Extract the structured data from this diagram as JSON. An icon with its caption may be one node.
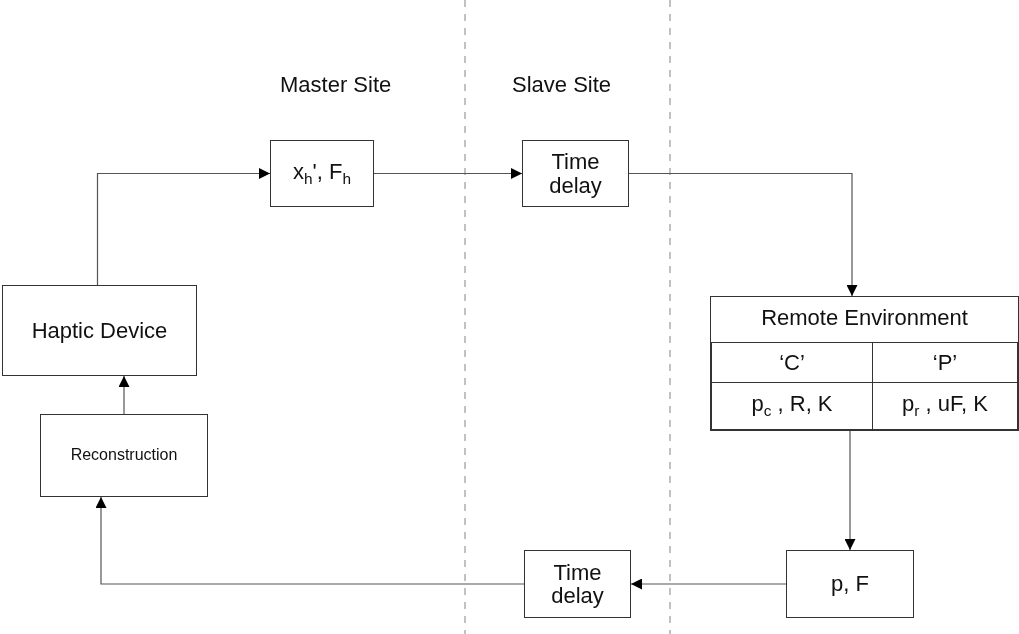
{
  "diagram": {
    "nodes": [
      {
        "text": [
          "x$_{h}$', F$_{h}$"
        ]
      },
      {
        "text": [
          "Time delay"
        ]
      },
      {
        "text": [
          "Remote Environment"
        ]
      },
      {
        "text": [
          "‘C’"
        ],
        "in": 2
      },
      {
        "text": [
          "‘P’"
        ],
        "in": 2
      },
      {
        "text": [
          "p$_{c}$ , R, K"
        ],
        "in": 2
      },
      {
        "text": [
          "p$_{r}$ , uF, K"
        ],
        "in": 2
      },
      {
        "text": [
          "p, F"
        ]
      },
      {
        "text": [
          "Time delay"
        ]
      },
      {
        "text": [
          "Reconstruction"
        ]
      },
      {
        "text": [
          "Haptic Device"
        ]
      }
    ],
    "edges": [
      {
        "from": 10,
        "to": 0,
        "arrow": "to"
      },
      {
        "from": 0,
        "to": 1,
        "arrow": "to"
      },
      {
        "from": 1,
        "to": 2,
        "arrow": "to"
      },
      {
        "from": 2,
        "to": 7,
        "arrow": "to"
      },
      {
        "from": 7,
        "to": 8,
        "arrow": "to"
      },
      {
        "from": 8,
        "to": 9,
        "arrow": "to"
      },
      {
        "from": 9,
        "to": 10,
        "arrow": "to"
      }
    ],
    "labels": [
      "Master Site",
      "Slave Site"
    ]
  }
}
